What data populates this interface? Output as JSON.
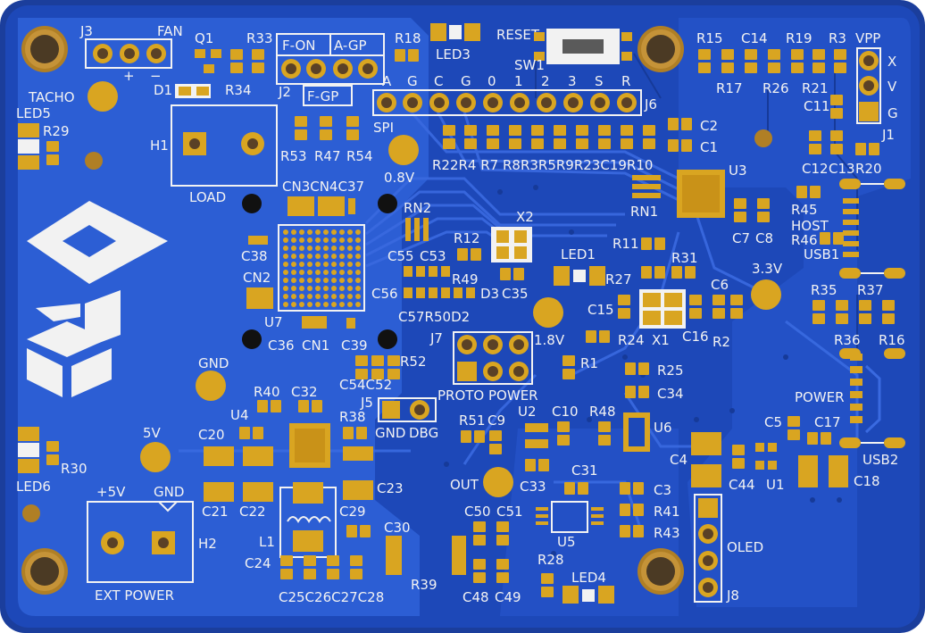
{
  "board": {
    "colors": {
      "substrate": "#1d48b8",
      "copper_pour": "#2f63d8",
      "pad": "#d9a521",
      "silk": "#f2f2f2",
      "trace": "#2a5ad0"
    }
  },
  "silkscreen": {
    "connectors": {
      "j1": "J1",
      "j2": "J2",
      "j3": "J3",
      "j5": "J5",
      "j6": "J6",
      "j7": "J7",
      "j8": "J8",
      "h1": "H1",
      "h2": "H2",
      "usb1": "USB1",
      "usb2": "USB2",
      "sw1": "SW1"
    },
    "labels": {
      "fan": "FAN",
      "tacho": "TACHO",
      "load": "LOAD",
      "reset": "RESET",
      "vpp": "VPP",
      "f_on": "F-ON",
      "a_gp": "A-GP",
      "f_gp": "F-GP",
      "spi": "SPI",
      "v08": "0.8V",
      "v18": "1.8V",
      "v33": "3.3V",
      "v5": "5V",
      "plus5v": "+5V",
      "gnd1": "GND",
      "gnd2": "GND",
      "gnd3": "GND",
      "dbg": "DBG",
      "proto_power": "PROTO POWER",
      "power": "POWER",
      "host": "HOST",
      "ext_power": "EXT POWER",
      "oled": "OLED",
      "out": "OUT",
      "x": "X",
      "v": "V",
      "g": "G",
      "plus": "+",
      "minus": "−"
    },
    "j6_pins": [
      "A",
      "G",
      "C",
      "G",
      "0",
      "1",
      "2",
      "3",
      "S",
      "R"
    ],
    "designators": {
      "q1": "Q1",
      "r33": "R33",
      "r34": "R34",
      "d1": "D1",
      "r18": "R18",
      "led3": "LED3",
      "led5": "LED5",
      "r29": "R29",
      "r53": "R53",
      "r47": "R47",
      "r54": "R54",
      "row_r22": "R22R4 R7 R8R3R5R9R23C19R10",
      "c2": "C2",
      "c1": "C1",
      "u3": "U3",
      "r15": "R15",
      "c14": "C14",
      "r19": "R19",
      "r3": "R3",
      "r17": "R17",
      "r26": "R26",
      "r21": "R21",
      "c11": "C11",
      "c12": "C12",
      "c13": "C13",
      "r20": "R20",
      "rn1": "RN1",
      "rn2": "RN2",
      "cn3": "CN3CN4C37",
      "c38": "C38",
      "cn2": "CN2",
      "u7": "U7",
      "c36": "C36",
      "cn1": "CN1",
      "c39": "C39",
      "x2": "X2",
      "r12": "R12",
      "c55": "C55",
      "c53": "C53",
      "r49": "R49",
      "c56": "C56",
      "d3": "D3",
      "c35": "C35",
      "c57": "C57R50D2",
      "led1": "LED1",
      "r11": "R11",
      "r27": "R27",
      "r31": "R31",
      "c7": "C7",
      "c8": "C8",
      "r45": "R45",
      "r46": "R46",
      "c6": "C6",
      "c15": "C15",
      "c16": "C16",
      "r24": "R24",
      "x1": "X1",
      "r2": "R2",
      "r35": "R35",
      "r37": "R37",
      "r36": "R36",
      "r16": "R16",
      "r1": "R1",
      "r25": "R25",
      "c34": "C34",
      "c54": "C54C52",
      "r52": "R52",
      "r40": "R40",
      "c32": "C32",
      "u4": "U4",
      "r38": "R38",
      "c20": "C20",
      "led6": "LED6",
      "r30": "R30",
      "r51": "R51",
      "c9": "C9",
      "u2": "U2",
      "c10": "C10",
      "r48": "R48",
      "u6": "U6",
      "c5": "C5",
      "c17": "C17",
      "c4": "C4",
      "c44": "C44",
      "u1": "U1",
      "c18": "C18",
      "c21": "C21",
      "c22": "C22",
      "c23": "C23",
      "c29": "C29",
      "c33": "C33",
      "c31": "C31",
      "c3": "C3",
      "r41": "R41",
      "r43": "R43",
      "l1": "L1",
      "c30": "C30",
      "c24": "C24",
      "c50": "C50",
      "c51": "C51",
      "u5": "U5",
      "r28": "R28",
      "led4": "LED4",
      "c48": "C48",
      "c49": "C49",
      "r39": "R39",
      "c25": "C25C26C27C28"
    }
  }
}
